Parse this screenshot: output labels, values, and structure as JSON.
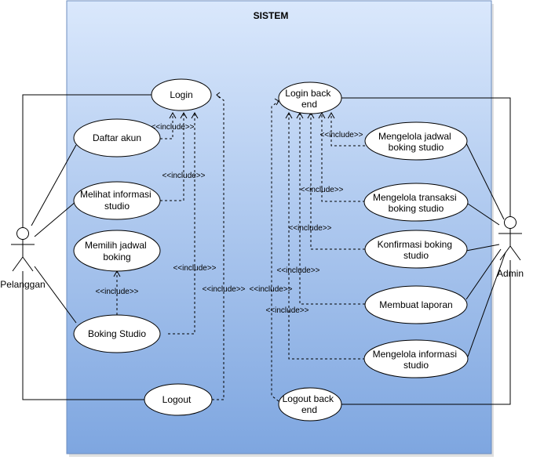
{
  "system": {
    "title": "SISTEM"
  },
  "actors": {
    "customer": "Pelanggan",
    "admin": "Admin"
  },
  "use_cases": {
    "login": [
      "Login"
    ],
    "daftar": [
      "Daftar akun"
    ],
    "melihat": [
      "Melihat informasi",
      "studio"
    ],
    "memilih": [
      "Memilih jadwal",
      "boking"
    ],
    "boking": [
      "Boking Studio"
    ],
    "logout": [
      "Logout"
    ],
    "login_be": [
      "Login back",
      "end"
    ],
    "jadwal": [
      "Mengelola jadwal",
      "boking studio"
    ],
    "transaksi": [
      "Mengelola transaksi",
      "boking studio"
    ],
    "konfirmasi": [
      "Konfirmasi boking",
      "studio"
    ],
    "laporan": [
      "Membuat laporan"
    ],
    "informasi": [
      "Mengelola informasi",
      "studio"
    ],
    "logout_be": [
      "Logout back",
      "end"
    ]
  },
  "relation_label": "<<include>>"
}
